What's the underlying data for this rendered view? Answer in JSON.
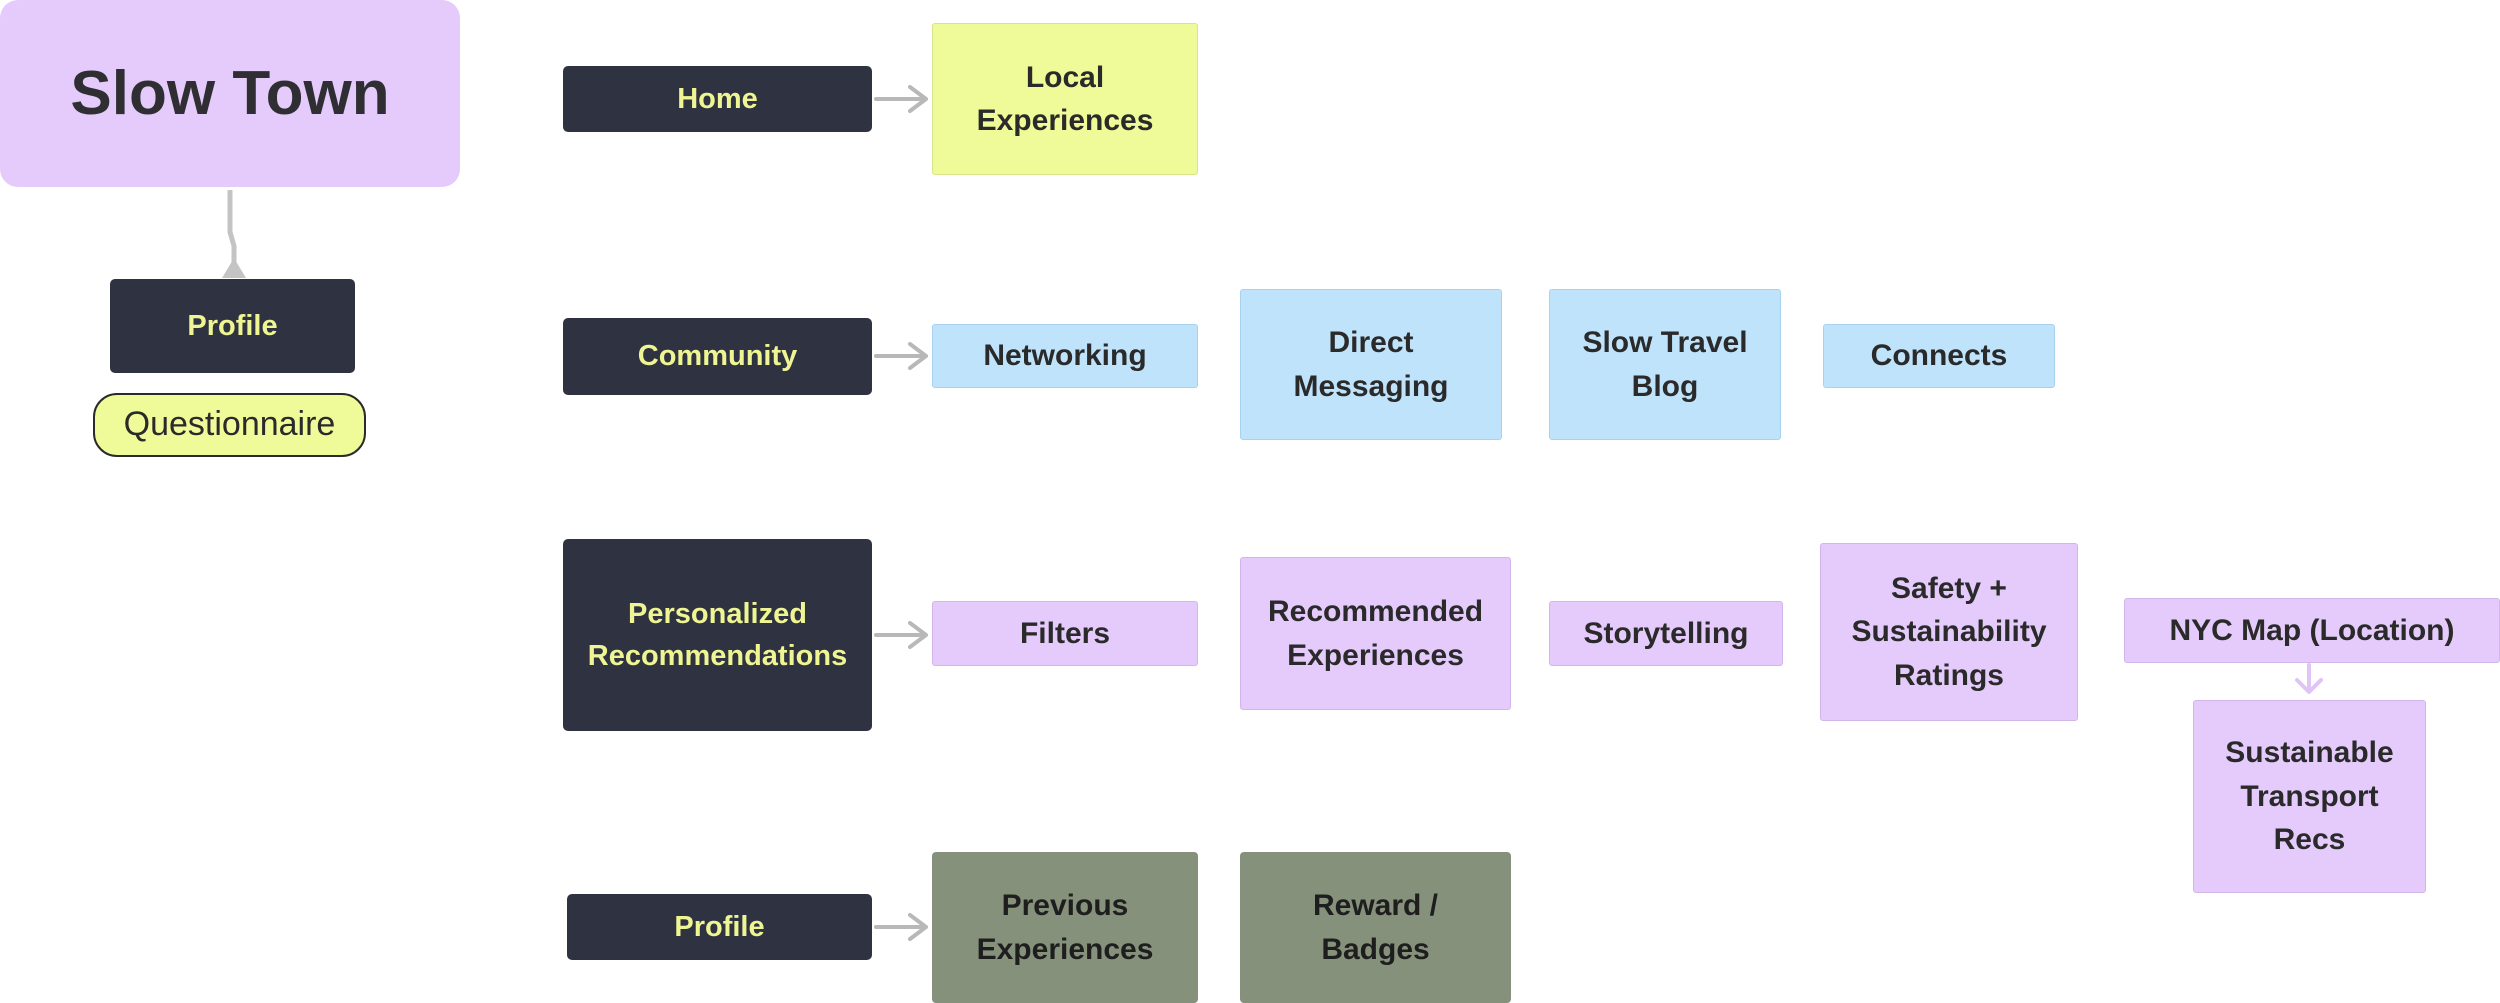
{
  "colors": {
    "dark": "#2f3241",
    "dark_text": "#eef592",
    "yellow": "#eefb98",
    "blue": "#bfe3fb",
    "purple": "#e5cbfb",
    "green": "#85917b",
    "connector": "#b8b8b8"
  },
  "title": "Slow Town",
  "sidebar": {
    "profile": "Profile",
    "questionnaire": "Questionnaire"
  },
  "rows": {
    "home": {
      "label": "Home",
      "items": [
        "Local Experiences"
      ]
    },
    "community": {
      "label": "Community",
      "items": [
        "Networking",
        "Direct Messaging",
        "Slow Travel Blog",
        "Connects"
      ]
    },
    "personalized": {
      "label": "Personalized Recommendations",
      "items": [
        "Filters",
        "Recommended Experiences",
        "Storytelling",
        "Safety + Sustainability Ratings",
        "NYC Map (Location)",
        "Sustainable Transport Recs"
      ]
    },
    "profile": {
      "label": "Profile",
      "items": [
        "Previous Experiences",
        "Reward / Badges"
      ]
    }
  }
}
